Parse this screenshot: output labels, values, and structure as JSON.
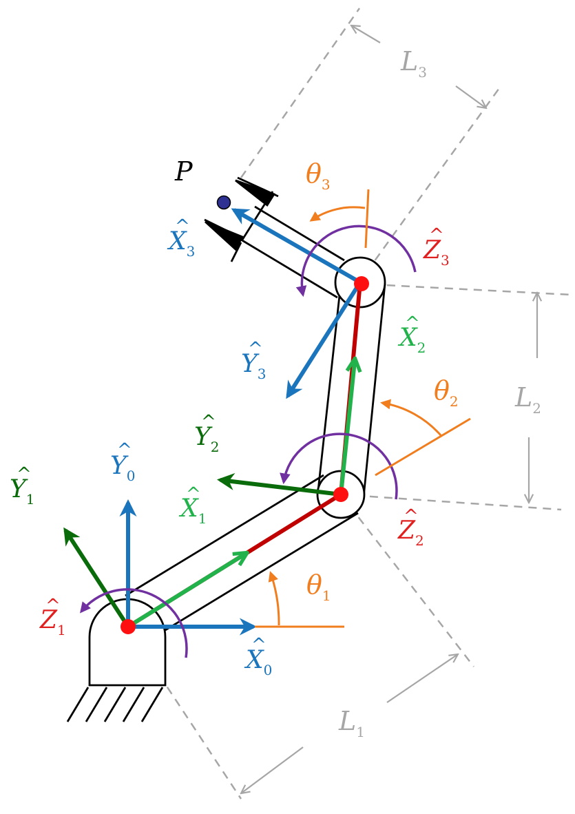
{
  "colors": {
    "base_axes": "#1b75bc",
    "frame1": "#0a6b0a",
    "frame1_x": "#22b24c",
    "link_core": "#c00000",
    "joint_dot": "#ff1010",
    "z_axis": "#e0201f",
    "rotation": "#7030a0",
    "angle": "#f07d1e",
    "dimension": "#a6a6a6",
    "outline": "#000000",
    "point": "#2e3192"
  },
  "labels": {
    "point": "P",
    "x0": {
      "base": "X",
      "sub": "0"
    },
    "y0": {
      "base": "Y",
      "sub": "0"
    },
    "x1": {
      "base": "X",
      "sub": "1"
    },
    "y1": {
      "base": "Y",
      "sub": "1"
    },
    "z1": {
      "base": "Z",
      "sub": "1"
    },
    "x2": {
      "base": "X",
      "sub": "2"
    },
    "y2": {
      "base": "Y",
      "sub": "2"
    },
    "z2": {
      "base": "Z",
      "sub": "2"
    },
    "x3": {
      "base": "X",
      "sub": "3"
    },
    "y3": {
      "base": "Y",
      "sub": "3"
    },
    "z3": {
      "base": "Z",
      "sub": "3"
    },
    "theta1": {
      "base": "θ",
      "sub": "1"
    },
    "theta2": {
      "base": "θ",
      "sub": "2"
    },
    "theta3": {
      "base": "θ",
      "sub": "3"
    },
    "L1": {
      "base": "L",
      "sub": "1"
    },
    "L2": {
      "base": "L",
      "sub": "2"
    },
    "L3": {
      "base": "L",
      "sub": "3"
    }
  },
  "hat_glyph": "^"
}
